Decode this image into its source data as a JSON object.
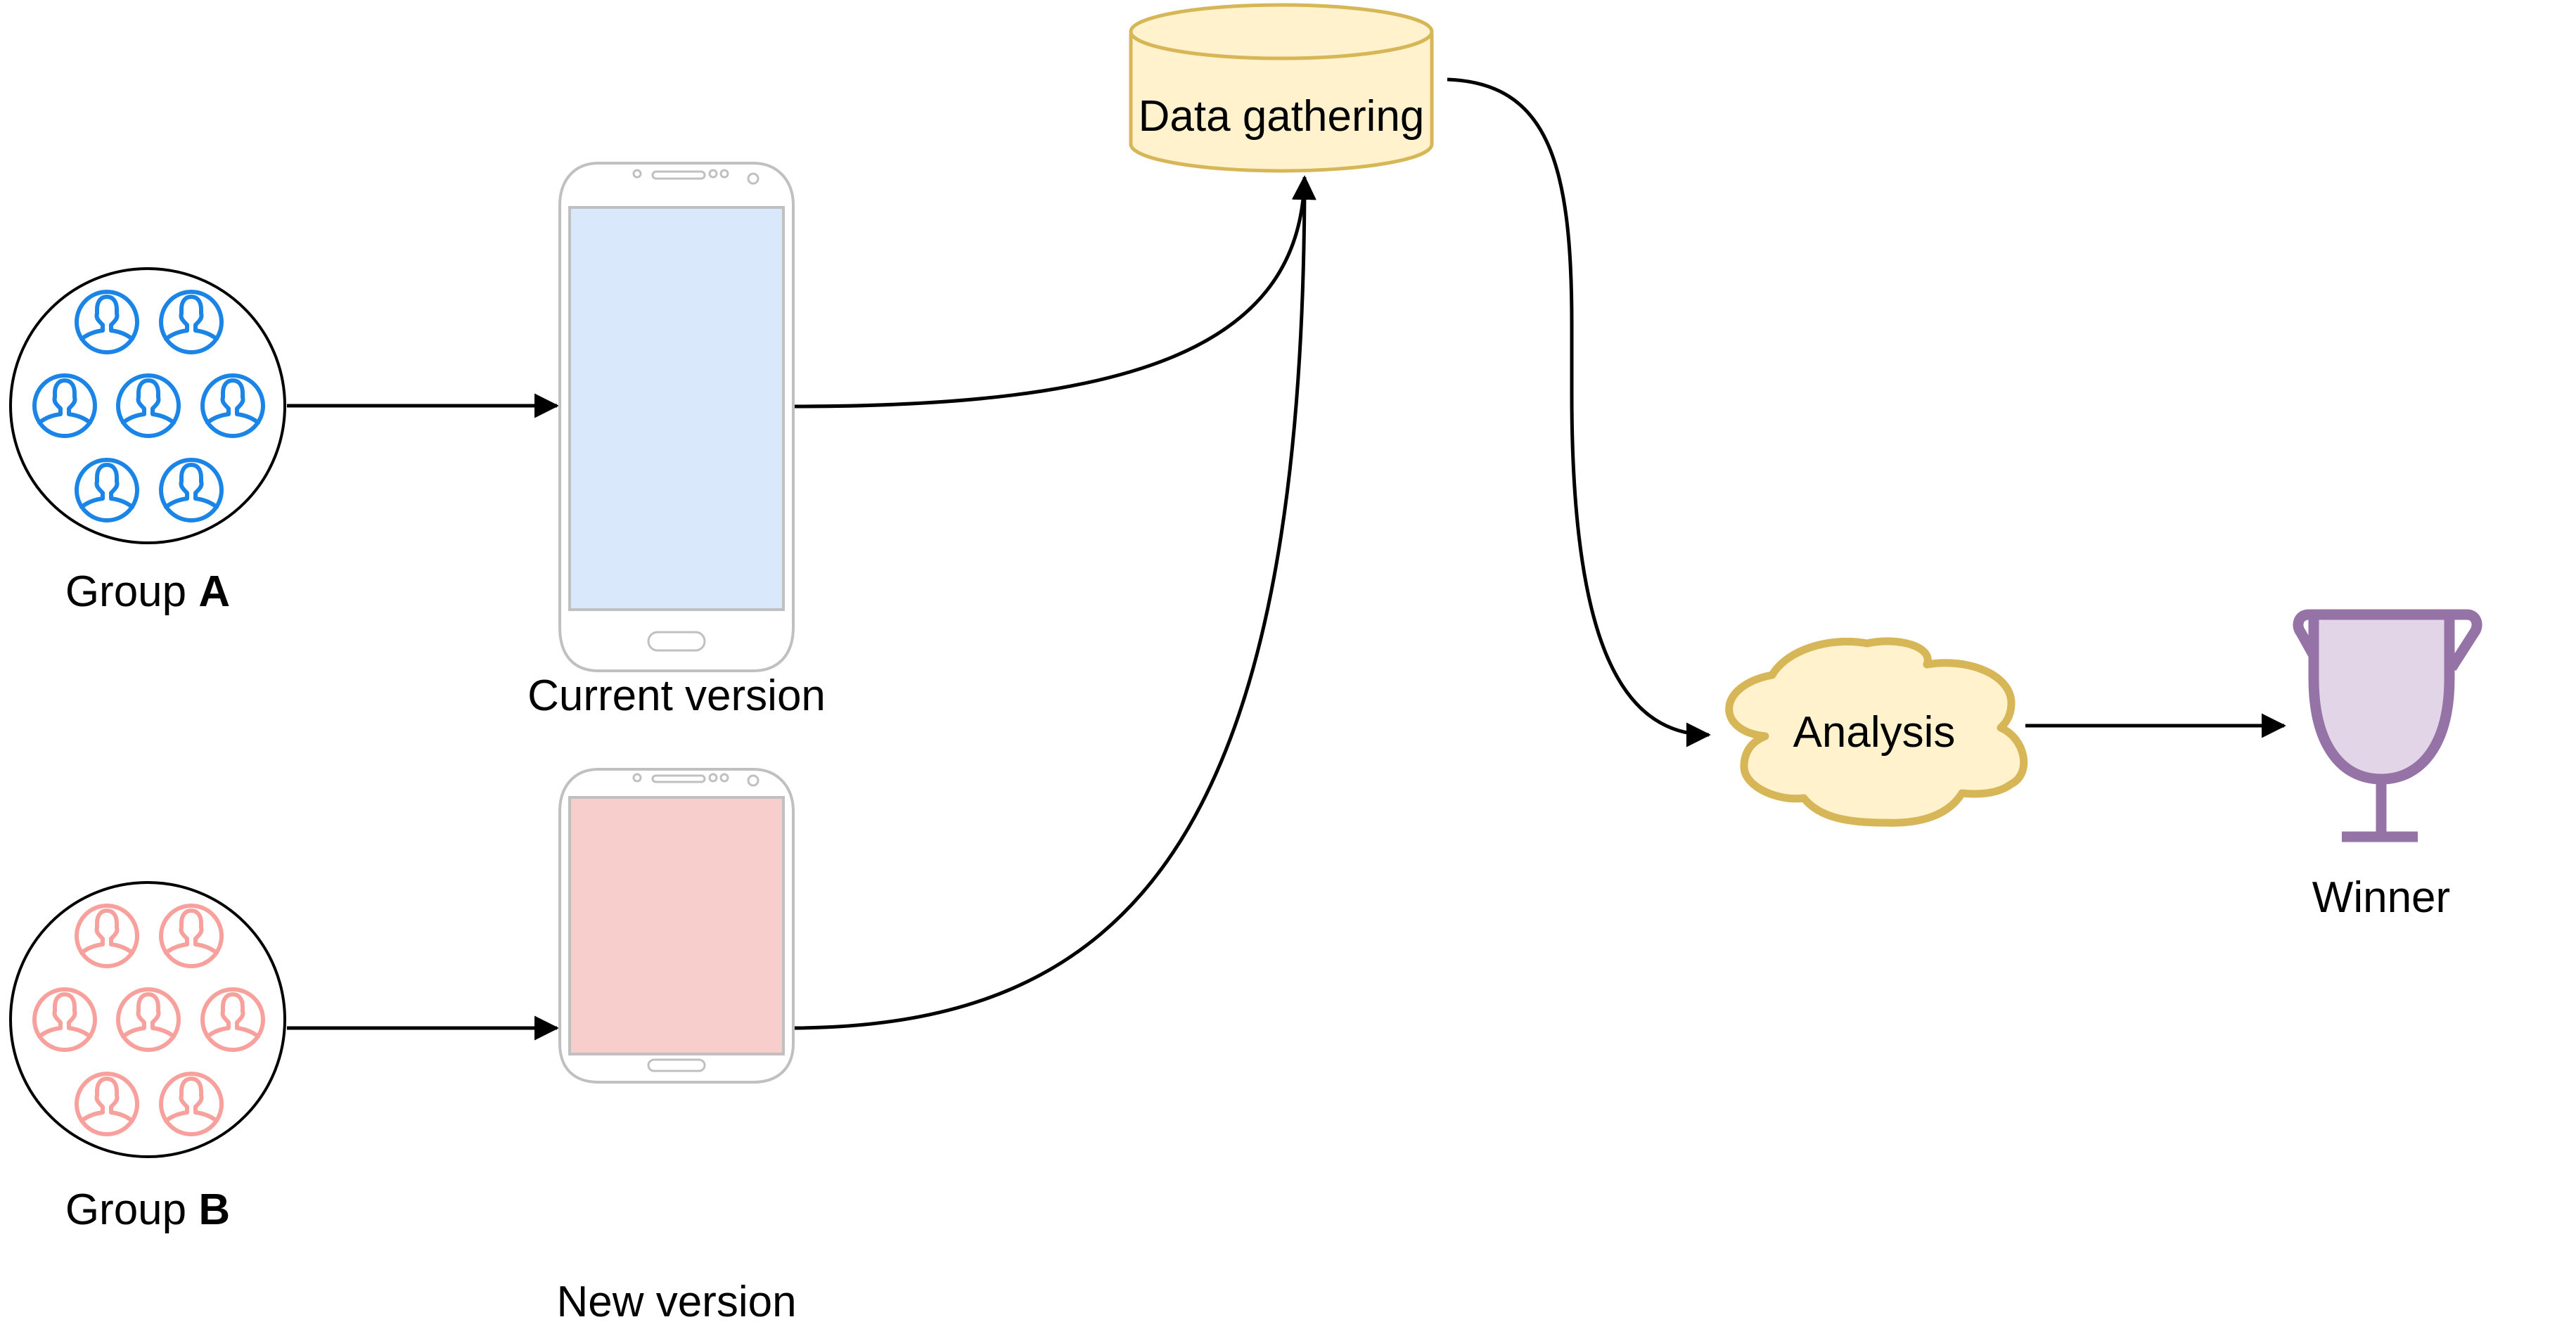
{
  "title": "A/B testing flow",
  "colors": {
    "group_a_icon": "#1A85E6",
    "group_b_icon": "#F8A09C",
    "phone_frame": "#C0C0C0",
    "phone_a_screen": "#DAE8FC",
    "phone_b_screen": "#F8CECC",
    "storage_fill": "#FFF2CC",
    "storage_stroke": "#D6B656",
    "trophy_fill": "#E1D5E7",
    "trophy_stroke": "#9673A6",
    "edge": "#000000"
  },
  "nodes": {
    "group_a": {
      "label_prefix": "Group ",
      "label_bold": "A",
      "user_count": 7
    },
    "group_b": {
      "label_prefix": "Group ",
      "label_bold": "B",
      "user_count": 7
    },
    "phone_current": {
      "label": "Current version"
    },
    "phone_new": {
      "label": "New version"
    },
    "data_gathering": {
      "label": "Data gathering",
      "icon": "database-cylinder"
    },
    "analysis": {
      "label": "Analysis",
      "icon": "cloud"
    },
    "winner": {
      "label": "Winner",
      "icon": "trophy-icon"
    }
  },
  "edges": [
    {
      "from": "group_a",
      "to": "phone_current"
    },
    {
      "from": "group_b",
      "to": "phone_new"
    },
    {
      "from": "phone_current",
      "to": "data_gathering"
    },
    {
      "from": "phone_new",
      "to": "data_gathering"
    },
    {
      "from": "data_gathering",
      "to": "analysis"
    },
    {
      "from": "analysis",
      "to": "winner"
    }
  ]
}
